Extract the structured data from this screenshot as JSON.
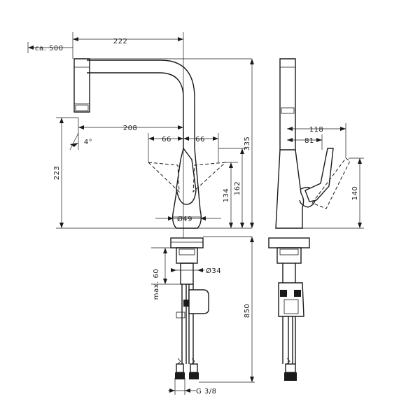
{
  "dimensions": {
    "ca500": "ca. 500",
    "d222": "222",
    "d208": "208",
    "d66_left": "66",
    "d66_right": "66",
    "angle4": "4°",
    "d223": "223",
    "d134": "134",
    "d162": "162",
    "d335": "335",
    "dia49": "Ø49",
    "dia34": "Ø34",
    "max60": "max. 60",
    "d850": "850",
    "g38": "G 3/8",
    "d118": "118",
    "d81": "81",
    "d140": "140"
  }
}
